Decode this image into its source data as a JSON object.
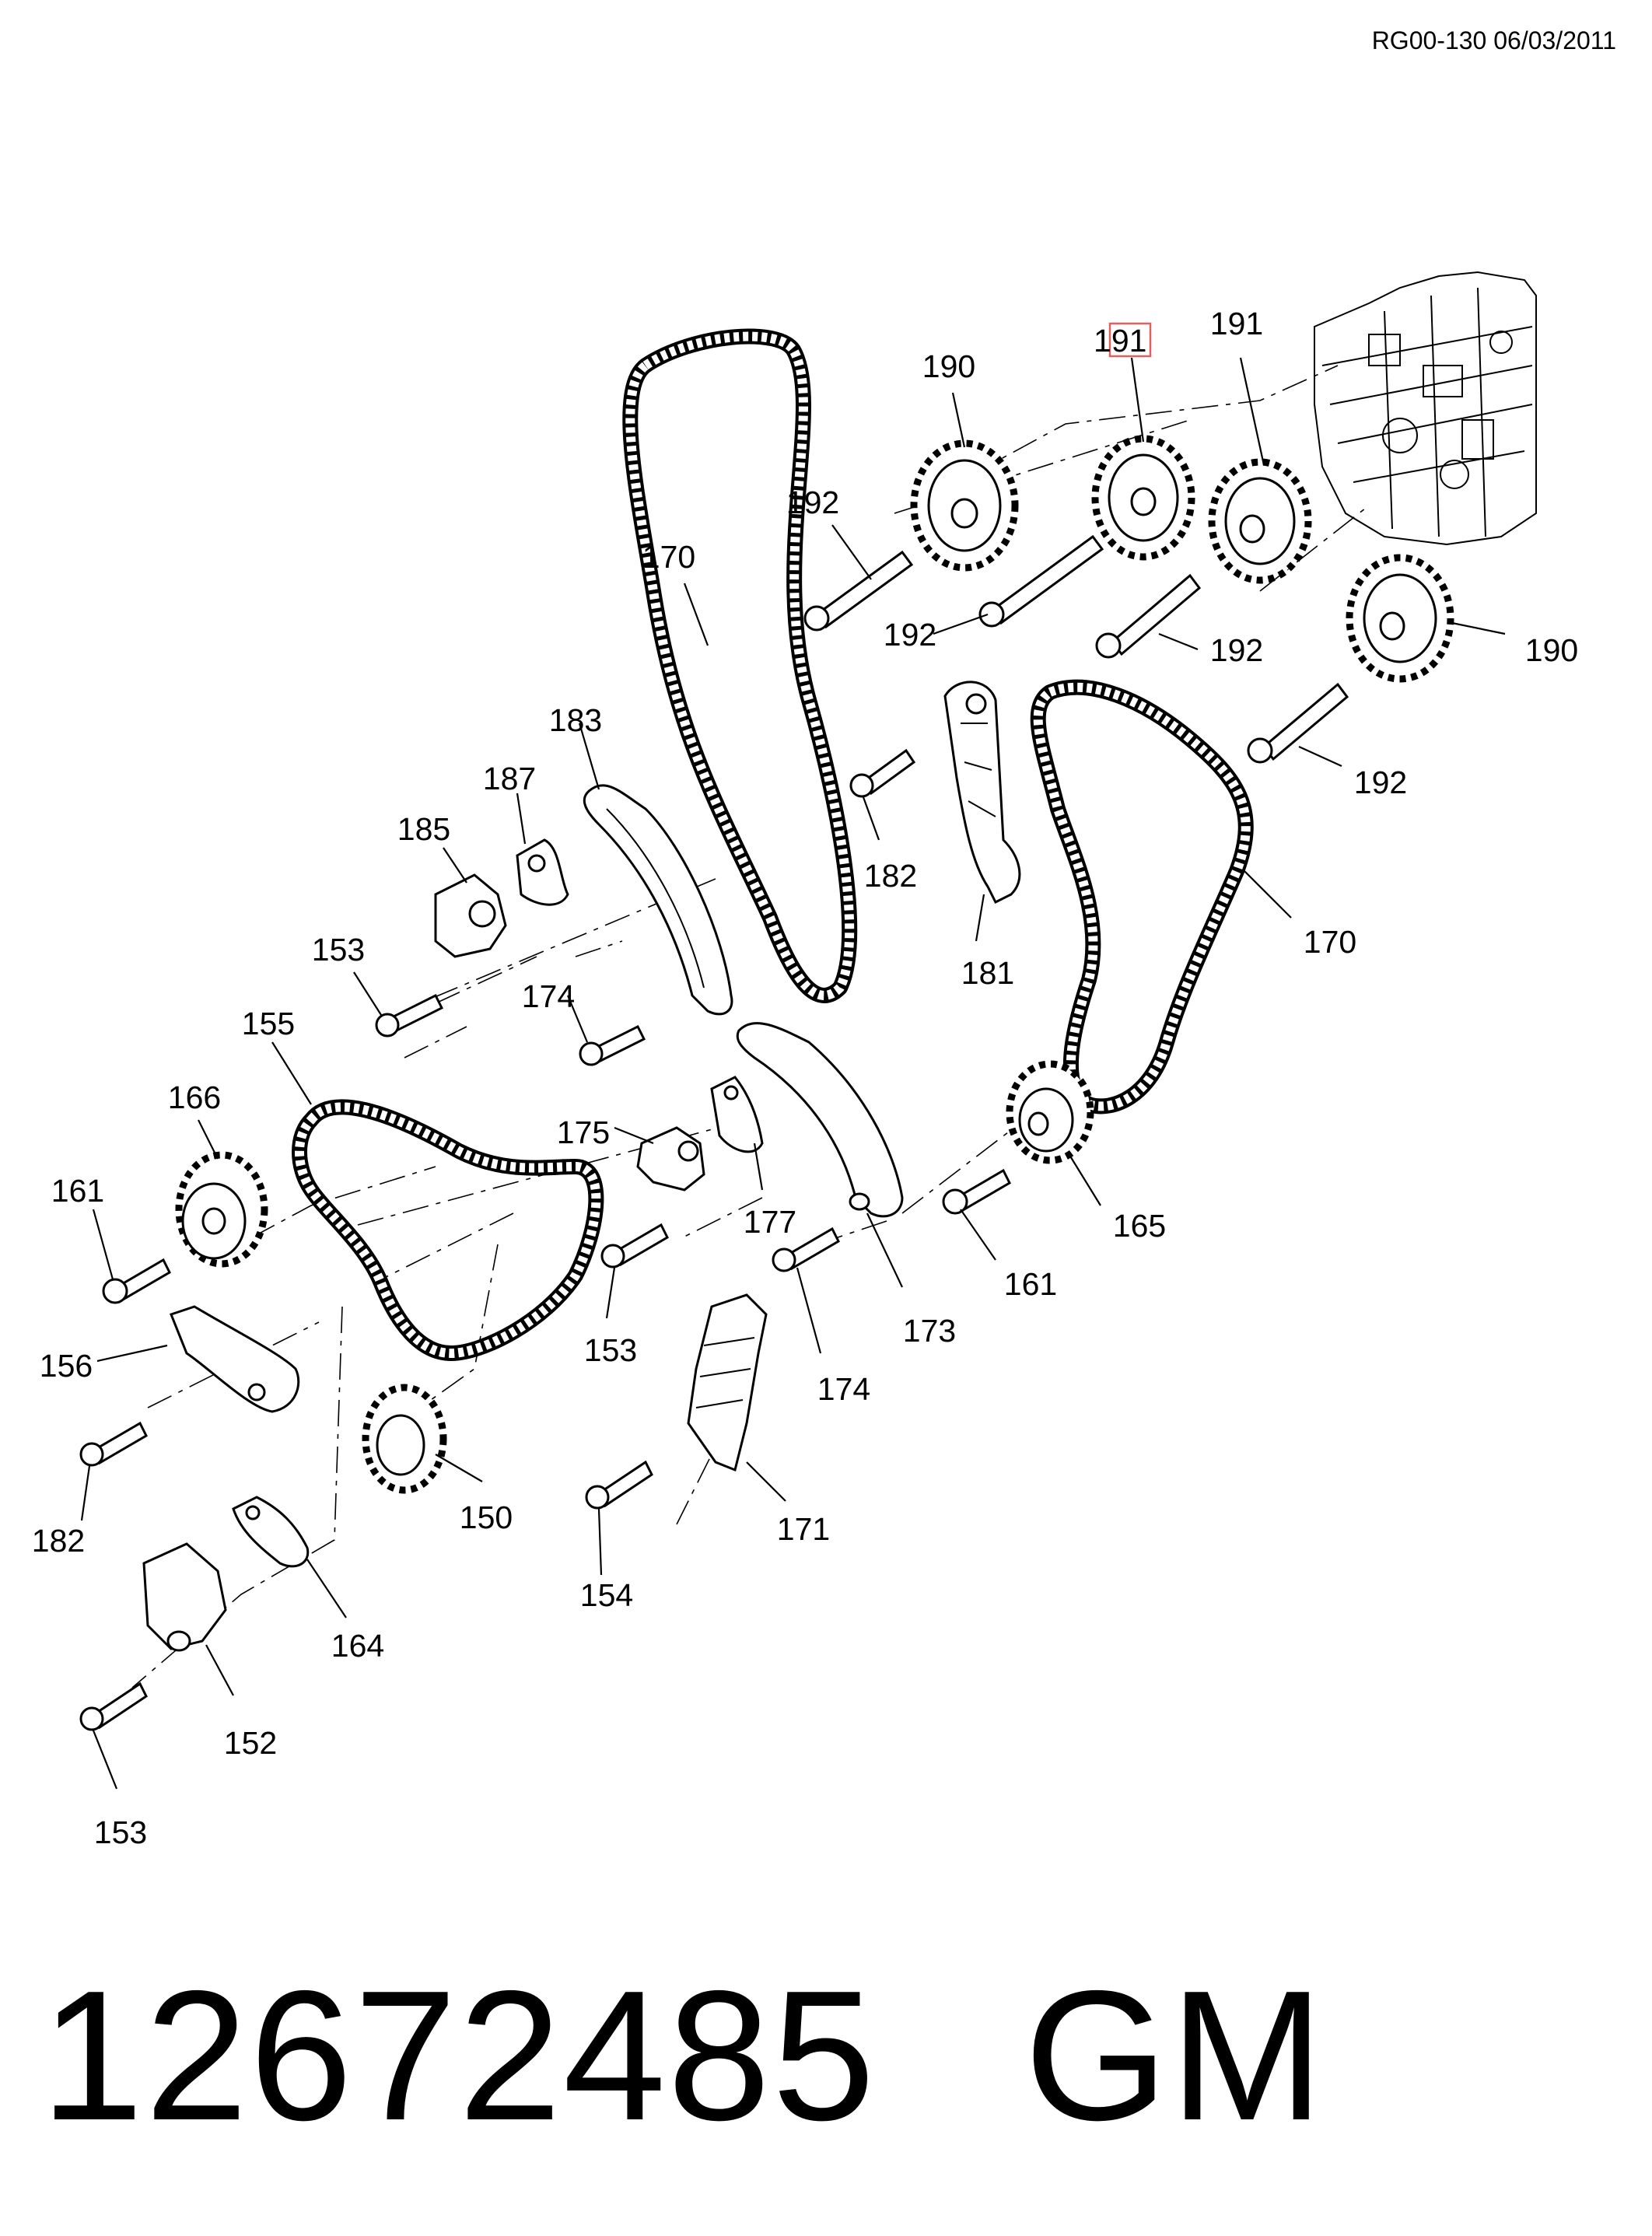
{
  "header": {
    "reference": "RG00-130 06/03/2011"
  },
  "part": {
    "number": "12672485",
    "brand": "GM"
  },
  "highlight_color": "#e06060",
  "callouts": {
    "c190a": "190",
    "c191a_first": "1",
    "c191a_rest": "91",
    "c191b": "191",
    "c192a": "192",
    "c192b": "192",
    "c192c": "192",
    "c190b": "190",
    "c192d": "192",
    "c170a": "170",
    "c183": "183",
    "c187": "187",
    "c185": "185",
    "c182a": "182",
    "c181": "181",
    "c170b": "170",
    "c153a": "153",
    "c174a": "174",
    "c155": "155",
    "c166": "166",
    "c175": "175",
    "c161a": "161",
    "c177": "177",
    "c165": "165",
    "c161b": "161",
    "c156": "156",
    "c153b": "153",
    "c173": "173",
    "c174b": "174",
    "c182b": "182",
    "c150": "150",
    "c171": "171",
    "c154": "154",
    "c164": "164",
    "c152": "152",
    "c153c": "153"
  }
}
